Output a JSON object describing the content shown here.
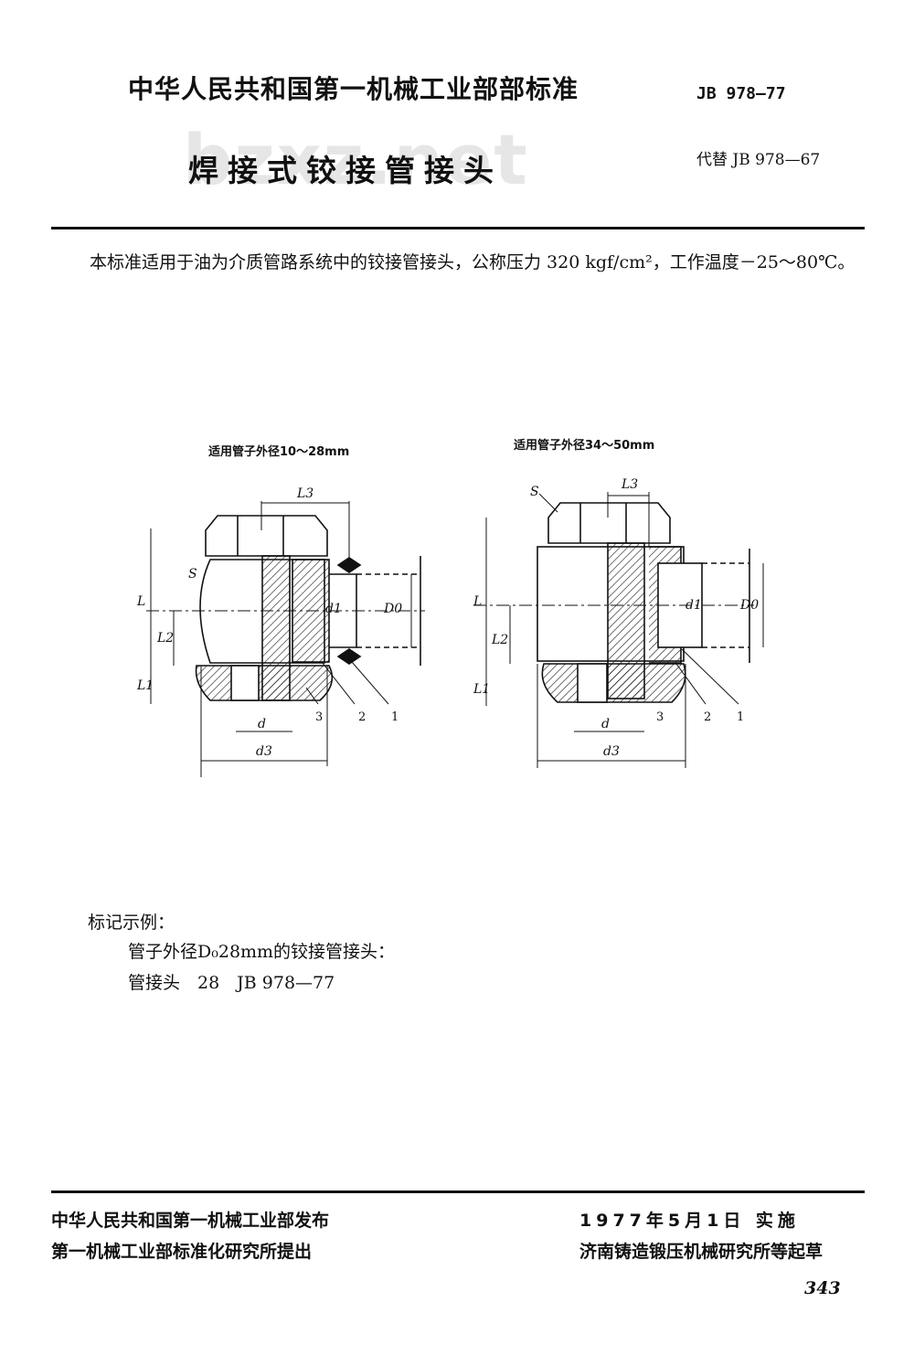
{
  "header": {
    "organization": "中华人民共和国第一机械工业部部标准",
    "standard_number": "JB 978—77",
    "title": "焊接式铰接管接头",
    "replaces": "代替 JB 978—67",
    "watermark": "bzxz.net"
  },
  "scope_text": "本标准适用于油为介质管路系统中的铰接管接头，公称压力 320 kgf/cm²，工作温度－25～80℃。",
  "figures": {
    "left_caption": "适用管子外径10～28mm",
    "right_caption": "适用管子外径34～50mm",
    "left_labels": {
      "L3": "L3",
      "S": "S",
      "L": "L",
      "L2": "L2",
      "L1": "L1",
      "d1": "d1",
      "D0": "D0",
      "d": "d",
      "d3": "d3",
      "p3": "3",
      "p2": "2",
      "p1": "1"
    },
    "right_labels": {
      "L3": "L3",
      "S": "S",
      "L": "L",
      "L2": "L2",
      "L1": "L1",
      "d1": "d1",
      "D0": "D0",
      "d": "d",
      "d3": "d3",
      "p3": "3",
      "p2": "2",
      "p1": "1"
    }
  },
  "marking_example": {
    "heading": "标记示例：",
    "description": "管子外径D₀28mm的铰接管接头：",
    "designation": "管接头　28　JB 978—77"
  },
  "footer": {
    "issued_by": "中华人民共和国第一机械工业部发布",
    "proposed_by": "第一机械工业部标准化研究所提出",
    "effective_date": "1977年5月1日 实施",
    "drafted_by": "济南铸造锻压机械研究所等起草",
    "page_number": "343"
  },
  "colors": {
    "ink": "#111111",
    "hatch": "#222222",
    "watermark": "#e6e6e6"
  }
}
